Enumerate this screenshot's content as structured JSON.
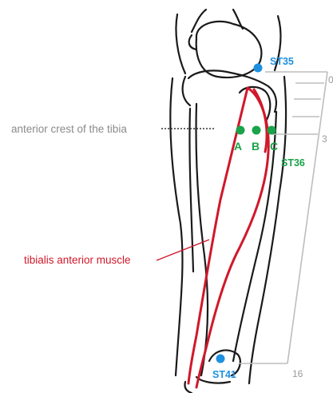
{
  "labels": {
    "crest": "anterior crest of the tibia",
    "muscle": "tibialis anterior muscle",
    "st35": "ST35",
    "st36": "ST36",
    "st41": "ST41",
    "point_a": "A",
    "point_b": "B",
    "point_c": "C"
  },
  "scale": {
    "top": "0",
    "mid": "3",
    "bottom": "16"
  },
  "colors": {
    "outline": "#1a1a1a",
    "muscle": "#d0182a",
    "acupoint": "#1aa34a",
    "stomach_point": "#1e90e0",
    "scale": "#bdbdbd",
    "crest_label": "#8a8a8a"
  }
}
